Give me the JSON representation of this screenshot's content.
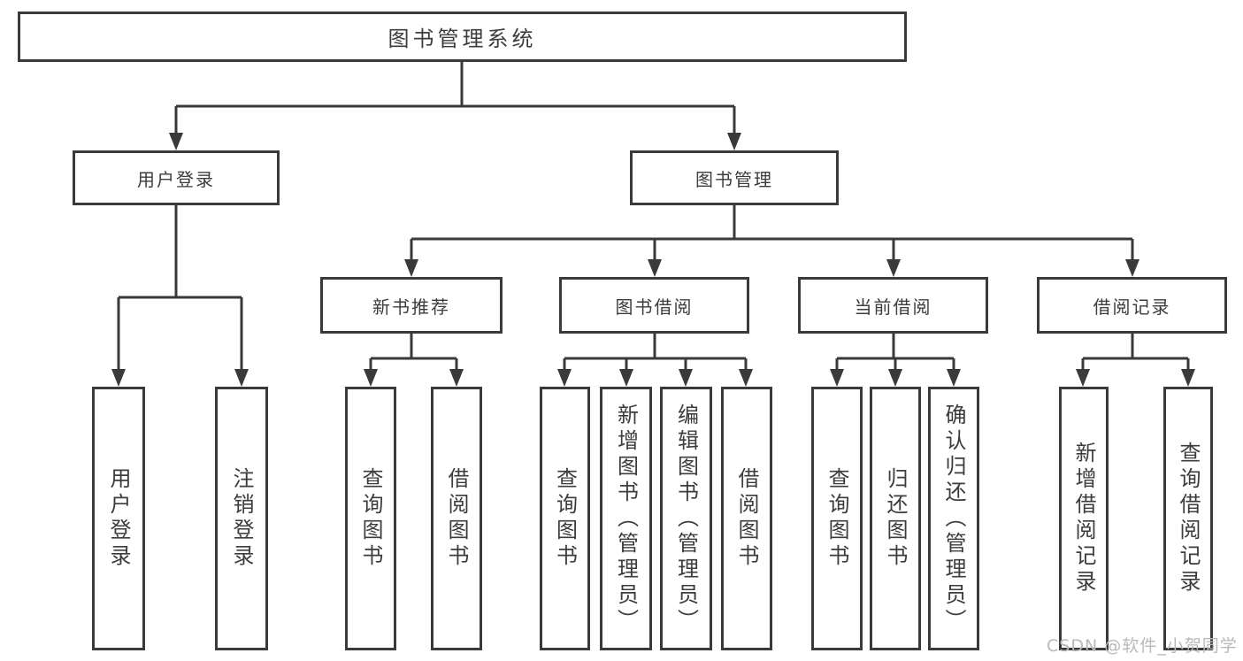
{
  "diagram": {
    "root": {
      "label": "图书管理系统"
    },
    "branches": [
      {
        "label": "用户登录",
        "leaves": [
          "用户登录",
          "注销登录"
        ]
      },
      {
        "label": "图书管理",
        "groups": [
          {
            "label": "新书推荐",
            "leaves": [
              "查询图书",
              "借阅图书"
            ]
          },
          {
            "label": "图书借阅",
            "leaves": [
              "查询图书",
              "新增图书（管理员）",
              "编辑图书（管理员）",
              "借阅图书"
            ]
          },
          {
            "label": "当前借阅",
            "leaves": [
              "查询图书",
              "归还图书",
              "确认归还（管理员）"
            ]
          },
          {
            "label": "借阅记录",
            "leaves": [
              "新增借阅记录",
              "查询借阅记录"
            ]
          }
        ]
      }
    ]
  },
  "watermark": "CSDN @软件_小贺同学",
  "colors": {
    "line": "#3a3a3a",
    "box_fill": "#ffffff",
    "text": "#3c3c3c",
    "watermark": "#b9b9b9"
  }
}
